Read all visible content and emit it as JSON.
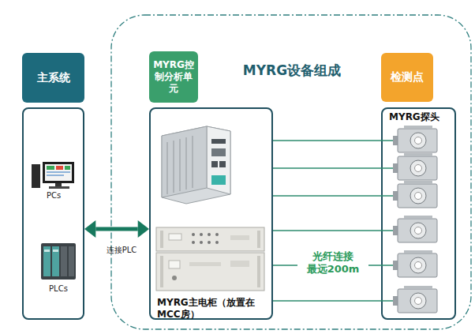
{
  "diagram": {
    "nodes": [
      {
        "text": [
          "主系统"
        ]
      },
      {
        "text": [
          "MYRG设备组成"
        ]
      },
      {
        "text": [
          "MYRG控制分析单元",
          "MYRG主电柜（放置在MCC房）"
        ],
        "in": 1
      },
      {
        "text": [
          "检测点",
          "MYRG探头"
        ],
        "in": 1
      }
    ],
    "edges": [
      {
        "from": 0,
        "to": 2,
        "arrow": "both",
        "label": "连接PLC"
      },
      {
        "from": 2,
        "to": 3,
        "arrow": "none"
      },
      {
        "from": 2,
        "to": 3,
        "arrow": "none"
      },
      {
        "from": 2,
        "to": 3,
        "arrow": "none"
      },
      {
        "from": 2,
        "to": 3,
        "arrow": "none"
      },
      {
        "from": 2,
        "to": 3,
        "arrow": "none",
        "label": "光纤连接 最远200m"
      },
      {
        "from": 2,
        "to": 3,
        "arrow": "none"
      }
    ],
    "labels": [
      "PCs",
      "PLCs"
    ]
  }
}
